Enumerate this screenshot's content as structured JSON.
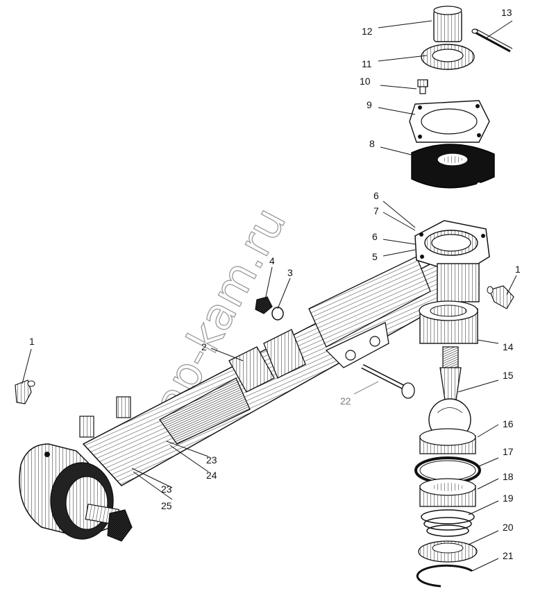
{
  "watermark": "nap-kam.ru",
  "callouts": [
    {
      "id": "c1a",
      "label": "1"
    },
    {
      "id": "c1b",
      "label": "1"
    },
    {
      "id": "c2",
      "label": "2"
    },
    {
      "id": "c3",
      "label": "3"
    },
    {
      "id": "c4",
      "label": "4"
    },
    {
      "id": "c5",
      "label": "5"
    },
    {
      "id": "c6a",
      "label": "6"
    },
    {
      "id": "c6b",
      "label": "6"
    },
    {
      "id": "c7",
      "label": "7"
    },
    {
      "id": "c8",
      "label": "8"
    },
    {
      "id": "c9",
      "label": "9"
    },
    {
      "id": "c10",
      "label": "10"
    },
    {
      "id": "c11",
      "label": "11"
    },
    {
      "id": "c12",
      "label": "12"
    },
    {
      "id": "c13",
      "label": "13"
    },
    {
      "id": "c14",
      "label": "14"
    },
    {
      "id": "c15",
      "label": "15"
    },
    {
      "id": "c16",
      "label": "16"
    },
    {
      "id": "c17",
      "label": "17"
    },
    {
      "id": "c18",
      "label": "18"
    },
    {
      "id": "c19",
      "label": "19"
    },
    {
      "id": "c20",
      "label": "20"
    },
    {
      "id": "c21",
      "label": "21"
    },
    {
      "id": "c22",
      "label": "22"
    },
    {
      "id": "c23a",
      "label": "23"
    },
    {
      "id": "c23b",
      "label": "23"
    },
    {
      "id": "c24",
      "label": "24"
    },
    {
      "id": "c25",
      "label": "25"
    }
  ]
}
